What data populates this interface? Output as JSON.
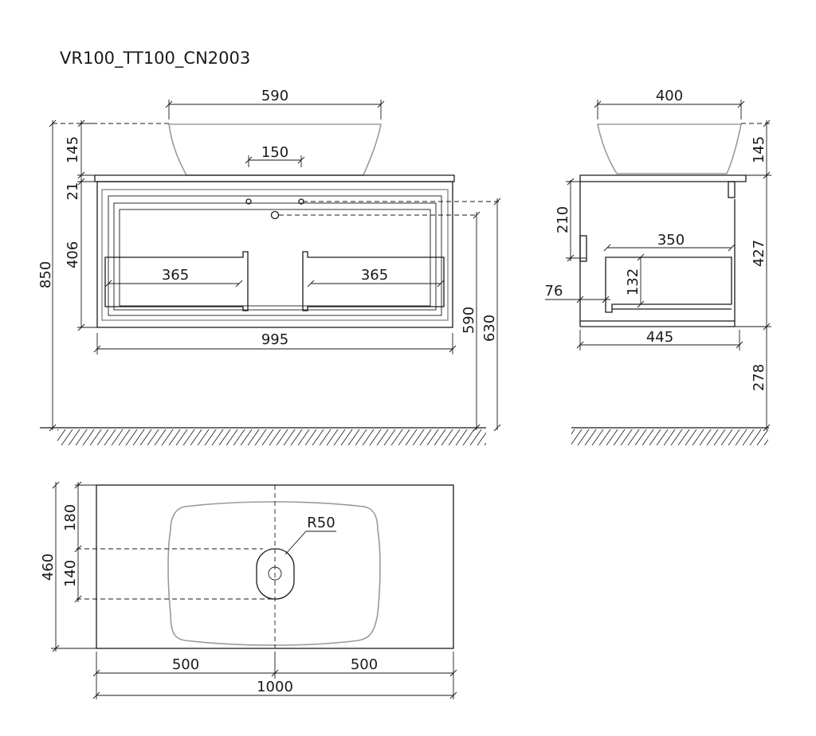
{
  "title": "VR100_TT100_CN2003",
  "front_view": {
    "basin_width": "590",
    "drain_spacing": "150",
    "basin_height": "145",
    "countertop_thickness": "21",
    "cabinet_height": "406",
    "total_height": "850",
    "drawer_left_width": "365",
    "drawer_right_width": "365",
    "cabinet_width": "995",
    "pipe_height_1": "590",
    "pipe_height_2": "630"
  },
  "side_view": {
    "basin_width": "400",
    "basin_height": "145",
    "upper_depth": "210",
    "drawer_depth": "350",
    "drawer_height": "132",
    "offset": "76",
    "cabinet_height": "427",
    "cabinet_depth": "445",
    "floor_clearance": "278"
  },
  "top_view": {
    "radius_label": "R50",
    "dim_180": "180",
    "dim_140": "140",
    "total_depth": "460",
    "half_left": "500",
    "half_right": "500",
    "total_width": "1000"
  }
}
